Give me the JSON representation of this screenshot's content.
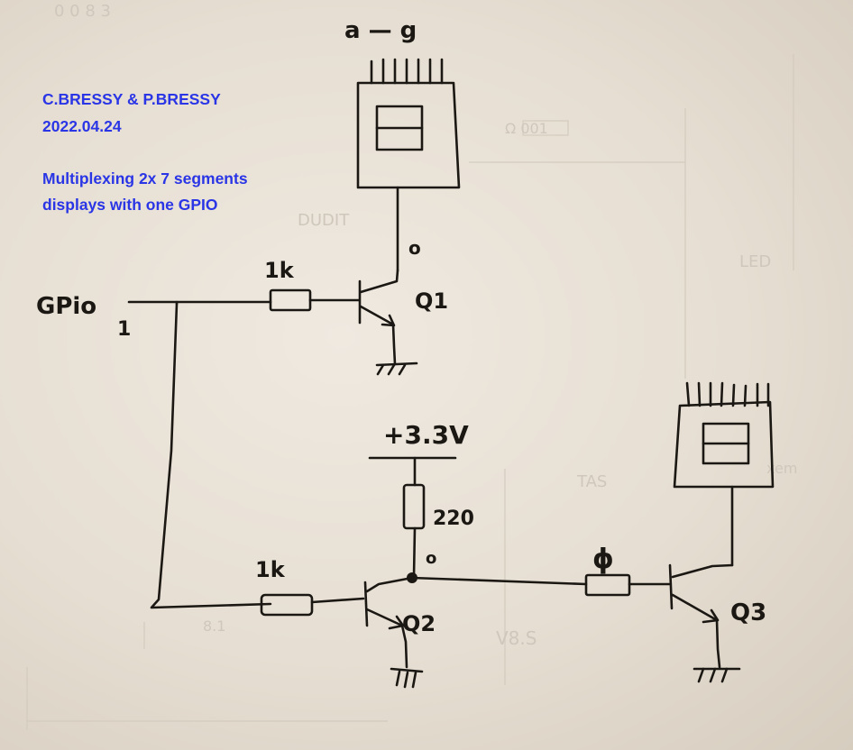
{
  "caption": {
    "authors": "C.BRESSY & P.BRESSY",
    "date": "2022.04.24",
    "line1": "Multiplexing 2x 7 segments",
    "line2": "displays with one GPIO"
  },
  "labels": {
    "segments": "a — g",
    "gpio": "GPio",
    "gpio_pin": "1",
    "r1": "1k",
    "q1": "Q1",
    "supply": "+3.3V",
    "r_pull": "220",
    "r2": "1k",
    "q2": "Q2",
    "r3": "ϕ",
    "q3": "Q3",
    "node1": "o",
    "node2": "o"
  },
  "colors": {
    "caption": "#2a35e6",
    "ink": "#1b1814",
    "paper": "#e9e2d7"
  }
}
